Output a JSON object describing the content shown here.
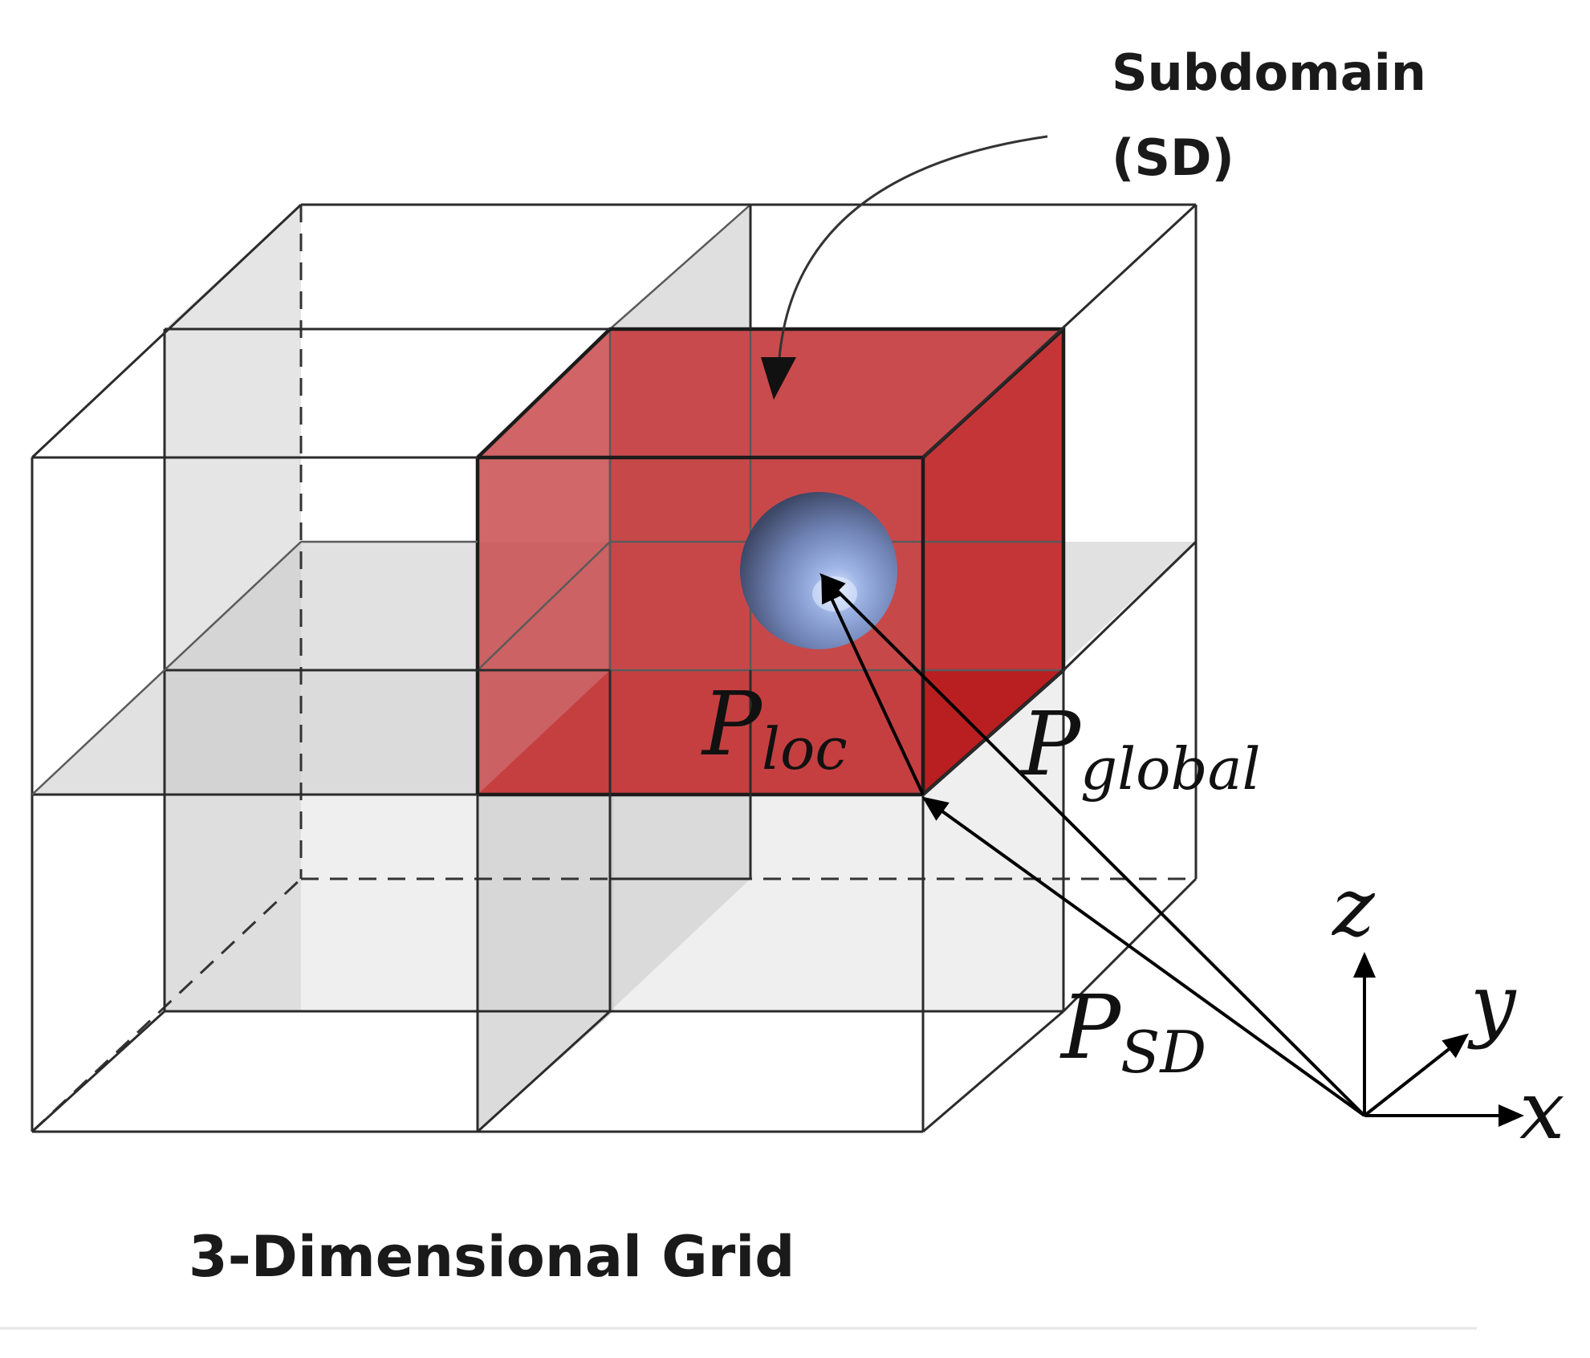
{
  "labels": {
    "subdomain_line1": "Subdomain",
    "subdomain_line2": "(SD)",
    "grid_caption": "3-Dimensional Grid"
  },
  "vectors": {
    "p_loc": {
      "base": "P",
      "sub": "loc"
    },
    "p_global": {
      "base": "P",
      "sub": "global"
    },
    "p_sd": {
      "base": "P",
      "sub": "SD"
    }
  },
  "axes": {
    "x": "x",
    "y": "y",
    "z": "z"
  },
  "colors": {
    "subdomain_fill": "#c0393b",
    "subdomain_bottom": "#b91f22",
    "grid_plane": "#c9c9c9",
    "particle": "#7e93c4",
    "edges": "#2b2b2b"
  }
}
